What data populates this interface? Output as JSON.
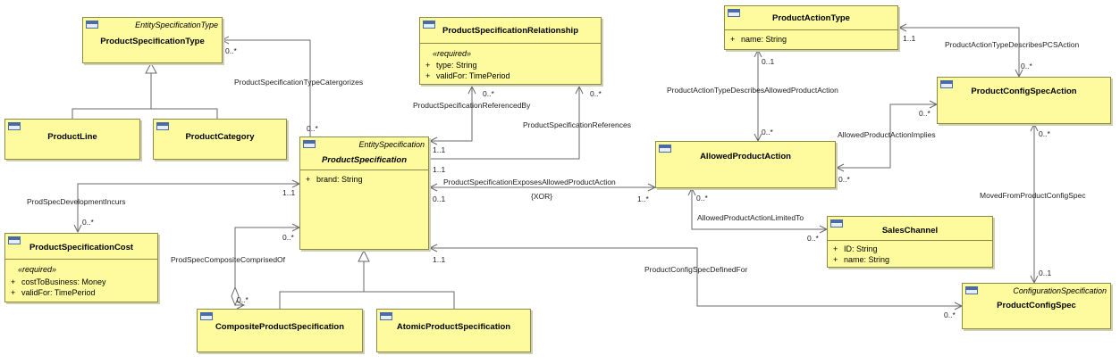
{
  "classes": {
    "product_specification_type": {
      "stereotype": "EntitySpecificationType",
      "name": "ProductSpecificationType"
    },
    "product_line": {
      "name": "ProductLine"
    },
    "product_category": {
      "name": "ProductCategory"
    },
    "product_specification_relationship": {
      "name": "ProductSpecificationRelationship",
      "required": "«required»",
      "attributes": [
        {
          "visibility": "+",
          "text": "type: String"
        },
        {
          "visibility": "+",
          "text": "validFor: TimePeriod"
        }
      ]
    },
    "product_specification": {
      "stereotype": "EntitySpecification",
      "name": "ProductSpecification",
      "attributes": [
        {
          "visibility": "+",
          "text": "brand: String"
        }
      ]
    },
    "product_specification_cost": {
      "name": "ProductSpecificationCost",
      "required": "«required»",
      "attributes": [
        {
          "visibility": "+",
          "text": "costToBusiness: Money"
        },
        {
          "visibility": "+",
          "text": "validFor: TimePeriod"
        }
      ]
    },
    "composite_product_specification": {
      "name": "CompositeProductSpecification"
    },
    "atomic_product_specification": {
      "name": "AtomicProductSpecification"
    },
    "product_action_type": {
      "name": "ProductActionType",
      "attributes": [
        {
          "visibility": "+",
          "text": "name: String"
        }
      ]
    },
    "product_config_spec_action": {
      "name": "ProductConfigSpecAction"
    },
    "allowed_product_action": {
      "name": "AllowedProductAction"
    },
    "sales_channel": {
      "name": "SalesChannel",
      "attributes": [
        {
          "visibility": "+",
          "text": "ID: String"
        },
        {
          "visibility": "+",
          "text": "name: String"
        }
      ]
    },
    "product_config_spec": {
      "stereotype": "ConfigurationSpecification",
      "name": "ProductConfigSpec"
    }
  },
  "associations": {
    "type_categorizes": "ProductSpecificationTypeCatergorizes",
    "referenced_by": "ProductSpecificationReferencedBy",
    "references": "ProductSpecificationReferences",
    "development_incurs": "ProdSpecDevelopmentIncurs",
    "composite_comprised_of": "ProdSpecCompositeComprisedOf",
    "exposes_allowed_action": "ProductSpecificationExposesAllowedProductAction",
    "xor": "{XOR}",
    "config_spec_defined_for": "ProductConfigSpecDefinedFor",
    "action_type_describes_allowed": "ProductActionTypeDescribesAllowedProductAction",
    "action_type_describes_pcs": "ProductActionTypeDescribesPCSAction",
    "allowed_action_implies": "AllowedProductActionImplies",
    "allowed_action_limited_to": "AllowedProductActionLimitedTo",
    "moved_from_config_spec": "MovedFromProductConfigSpec"
  },
  "multiplicities": {
    "m0_many": "0..*",
    "m1_1": "1..1",
    "m0_1": "0..1",
    "m1_many": "1..*"
  },
  "colors": {
    "class_fill": "#fdfb9e",
    "class_border": "#8a8a4a",
    "line": "#6a6a6a"
  }
}
